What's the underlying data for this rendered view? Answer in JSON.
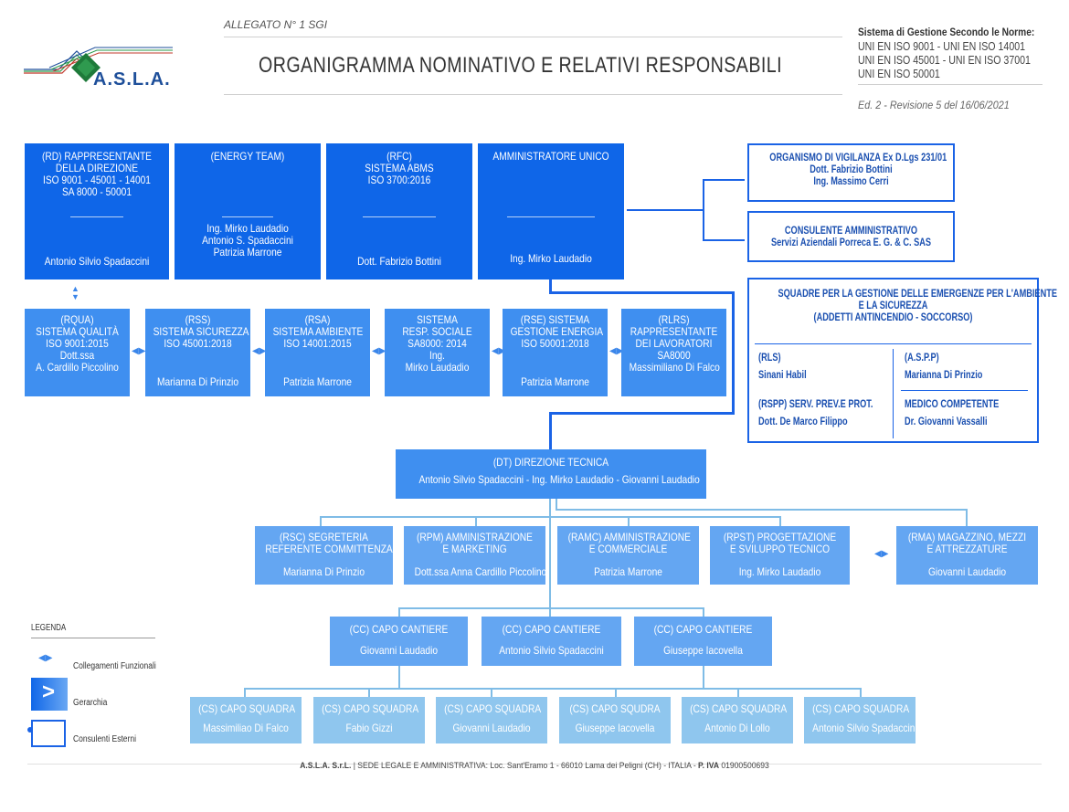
{
  "header": {
    "logo_text": "A.S.L.A.",
    "allegato": "ALLEGATO N° 1 SGI",
    "title": "ORGANIGRAMMA NOMINATIVO E RELATIVI RESPONSABILI",
    "norme_head": "Sistema di Gestione Secondo le Norme:",
    "norme_lines": [
      "UNI EN ISO 9001 - UNI EN ISO 14001",
      "UNI EN ISO 45001 - UNI EN ISO 37001",
      "UNI EN ISO 50001"
    ],
    "edizione": "Ed. 2 - Revisione 5 del 16/06/2021"
  },
  "top_row": [
    {
      "lines": [
        "(RD) RAPPRESENTANTE",
        "DELLA DIREZIONE",
        "ISO 9001 - 45001 - 14001",
        "SA 8000 - 50001"
      ],
      "names": [
        "Antonio Silvio Spadaccini"
      ]
    },
    {
      "lines": [
        "(ENERGY TEAM)"
      ],
      "names": [
        "Ing. Mirko Laudadio",
        "Antonio S. Spadaccini",
        "Patrizia Marrone"
      ]
    },
    {
      "lines": [
        "(RFC)",
        "SISTEMA ABMS",
        "ISO 3700:2016"
      ],
      "names": [
        "Dott. Fabrizio Bottini"
      ]
    },
    {
      "lines": [
        "AMMINISTRATORE UNICO"
      ],
      "names": [
        "Ing. Mirko Laudadio"
      ]
    }
  ],
  "external": {
    "odv": {
      "title": "ORGANISMO DI VIGILANZA Ex D.Lgs 231/01",
      "names": [
        "Dott. Fabrizio Bottini",
        "Ing. Massimo Cerri"
      ]
    },
    "consulente": {
      "title": "CONSULENTE AMMINISTRATIVO",
      "names": [
        "Servizi Aziendali Porreca E. G. & C. SAS"
      ]
    },
    "squadre": {
      "title": [
        "SQUADRE PER LA GESTIONE DELLE EMERGENZE PER L'AMBIENTE",
        "E LA SICUREZZA",
        "(ADDETTI ANTINCENDIO - SOCCORSO)"
      ],
      "cells": [
        {
          "role": "(RLS)",
          "name": "Sinani Habil"
        },
        {
          "role": "(A.S.P.P)",
          "name": "Marianna Di Prinzio"
        },
        {
          "role": "(RSPP) SERV. PREV.E PROT.",
          "name": "Dott.  De Marco Filippo"
        },
        {
          "role": "MEDICO COMPETENTE",
          "name": "Dr. Giovanni Vassalli"
        }
      ]
    }
  },
  "systems": [
    {
      "lines": [
        "(RQUA)",
        "SISTEMA QUALITÀ",
        "ISO 9001:2015",
        "Dott.ssa",
        "A. Cardillo Piccolino"
      ]
    },
    {
      "lines": [
        "(RSS)",
        "SISTEMA SICUREZZA",
        "ISO 45001:2018"
      ],
      "name": "Marianna Di Prinzio"
    },
    {
      "lines": [
        "(RSA)",
        "SISTEMA AMBIENTE",
        "ISO 14001:2015"
      ],
      "name": "Patrizia Marrone"
    },
    {
      "lines": [
        "SISTEMA",
        "RESP. SOCIALE",
        "SA8000: 2014",
        "Ing.",
        "Mirko Laudadio"
      ]
    },
    {
      "lines": [
        "(RSE) SISTEMA",
        "GESTIONE ENERGIA",
        "ISO 50001:2018"
      ],
      "name": "Patrizia Marrone"
    },
    {
      "lines": [
        "(RLRS)",
        "RAPPRESENTANTE",
        "DEI LAVORATORI",
        "SA8000",
        "Massimiliano Di Falco"
      ]
    }
  ],
  "dt": {
    "title": "(DT) DIREZIONE TECNICA",
    "names": "Antonio Silvio Spadaccini - Ing. Mirko Laudadio - Giovanni Laudadio"
  },
  "departments": [
    {
      "lines": [
        "(RSC) SEGRETERIA",
        "REFERENTE COMMITTENZA"
      ],
      "name": "Marianna Di Prinzio"
    },
    {
      "lines": [
        "(RPM) AMMINISTRAZIONE",
        "E MARKETING"
      ],
      "name": "Dott.ssa Anna Cardillo Piccolino"
    },
    {
      "lines": [
        "(RAMC) AMMINISTRAZIONE",
        "E COMMERCIALE"
      ],
      "name": "Patrizia Marrone"
    },
    {
      "lines": [
        "(RPST) PROGETTAZIONE",
        "E SVILUPPO TECNICO"
      ],
      "name": "Ing. Mirko Laudadio"
    },
    {
      "lines": [
        "(RMA) MAGAZZINO, MEZZI",
        "E ATTREZZATURE"
      ],
      "name": "Giovanni Laudadio"
    }
  ],
  "capi_cantiere": [
    {
      "title": "(CC) CAPO CANTIERE",
      "name": "Giovanni Laudadio"
    },
    {
      "title": "(CC) CAPO CANTIERE",
      "name": "Antonio Silvio Spadaccini"
    },
    {
      "title": "(CC) CAPO CANTIERE",
      "name": "Giuseppe Iacovella"
    }
  ],
  "capi_squadra": [
    {
      "title": "(CS) CAPO SQUADRA",
      "name": "Massimiliao Di Falco"
    },
    {
      "title": "(CS) CAPO SQUADRA",
      "name": "Fabio Gizzi"
    },
    {
      "title": "(CS) CAPO SQUADRA",
      "name": "Giovanni Laudadio"
    },
    {
      "title": "(CS) CAPO SQUDRA",
      "name": "Giuseppe Iacovella"
    },
    {
      "title": "(CS) CAPO SQUADRA",
      "name": "Antonio Di Lollo"
    },
    {
      "title": "(CS) CAPO SQUADRA",
      "name": "Antonio Silvio Spadaccini"
    }
  ],
  "legend": {
    "title": "LEGENDA",
    "items": [
      "Collegamenti  Funzionali",
      "Gerarchia",
      "Consulenti Esterni"
    ]
  },
  "footer": {
    "company": "A.S.L.A. S.r.L.",
    "address": "SEDE LEGALE E AMMINISTRATIVA: Loc. Sant'Eramo 1 - 66010 Lama dei Peligni (CH) - ITALIA -",
    "piva_label": "P. IVA",
    "piva": "01900500693"
  },
  "colors": {
    "dark": "#0f66e8",
    "mid": "#3f8ff0",
    "light": "#64a6f2",
    "pale": "#8fc6ee",
    "outline": "#1a63e6"
  }
}
